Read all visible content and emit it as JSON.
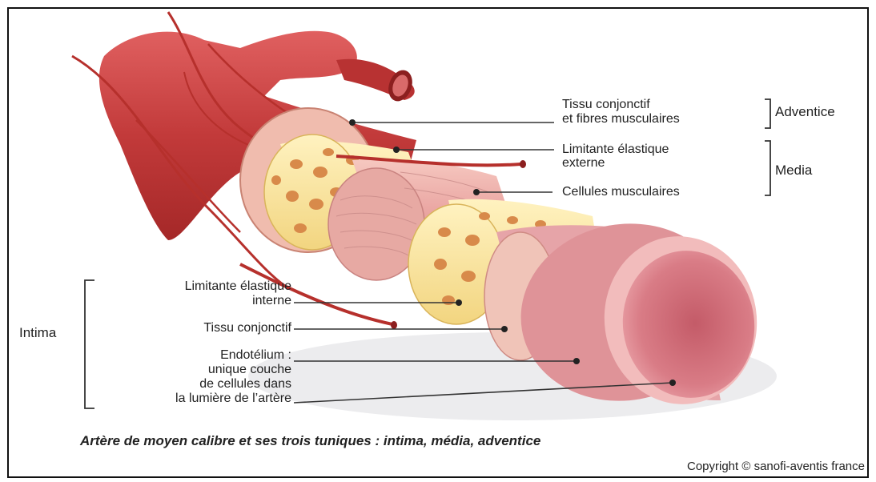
{
  "figure": {
    "caption": "Artère de moyen calibre et ses trois tuniques : intima, média, adventice",
    "copyright": "Copyright © sanofi-aventis france"
  },
  "groups": {
    "adventice": "Adventice",
    "media": "Media",
    "intima": "Intima"
  },
  "labels": {
    "tissu_conjonctif_fibres_l1": "Tissu conjonctif",
    "tissu_conjonctif_fibres_l2": "et fibres musculaires",
    "limitante_externe_l1": "Limitante élastique",
    "limitante_externe_l2": "externe",
    "cellules_musculaires": "Cellules musculaires",
    "limitante_interne_l1": "Limitante élastique",
    "limitante_interne_l2": "interne",
    "tissu_conjonctif": "Tissu conjonctif",
    "endothelium_l1": "Endotélium :",
    "endothelium_l2": "unique couche",
    "endothelium_l3": "de cellules dans",
    "endothelium_l4": "la lumière de l’artère"
  }
}
